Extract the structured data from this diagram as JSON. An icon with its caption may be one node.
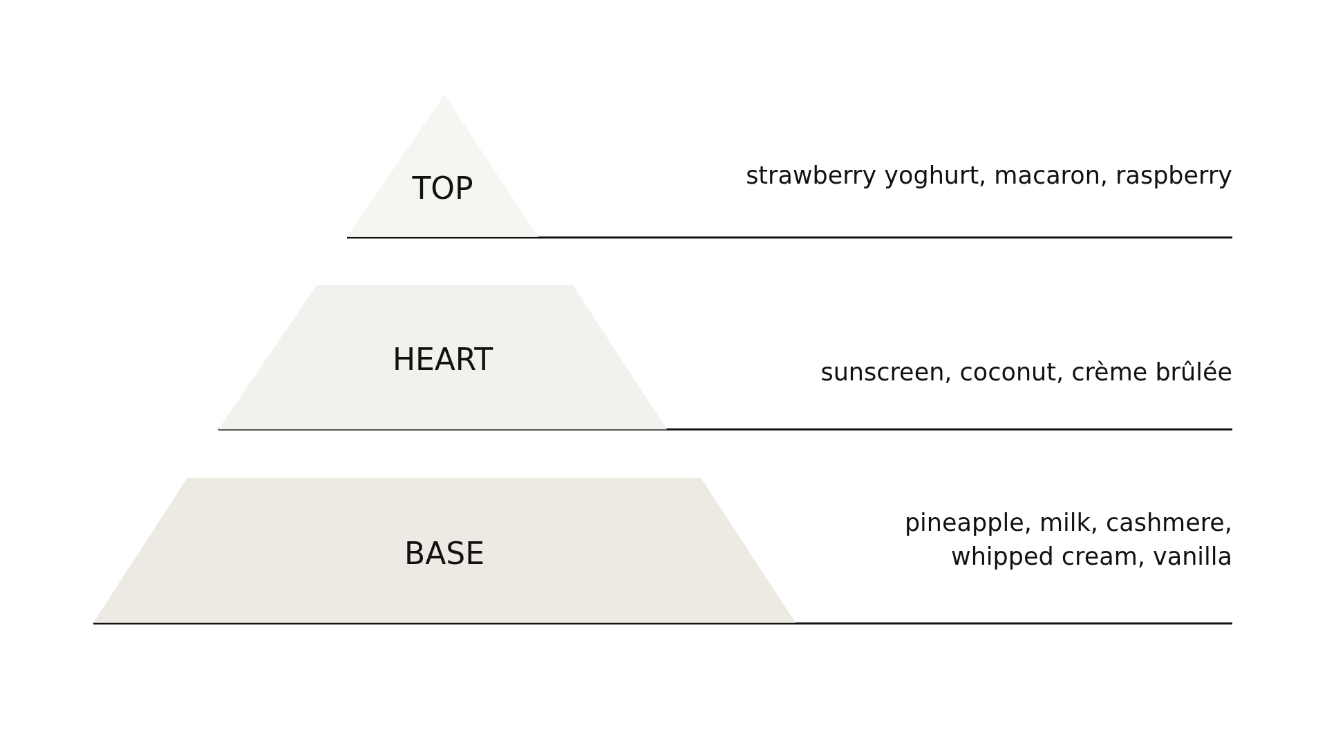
{
  "diagram": {
    "nodes": [
      {
        "text": [
          "TOP"
        ]
      },
      {
        "text": [
          "HEART"
        ]
      },
      {
        "text": [
          "BASE"
        ]
      }
    ],
    "labels": [
      "strawberry yoghurt, macaron, raspberry",
      "sunscreen, coconut, crème brûlée",
      "pineapple, milk, cashmere, whipped cream, vanilla"
    ]
  }
}
